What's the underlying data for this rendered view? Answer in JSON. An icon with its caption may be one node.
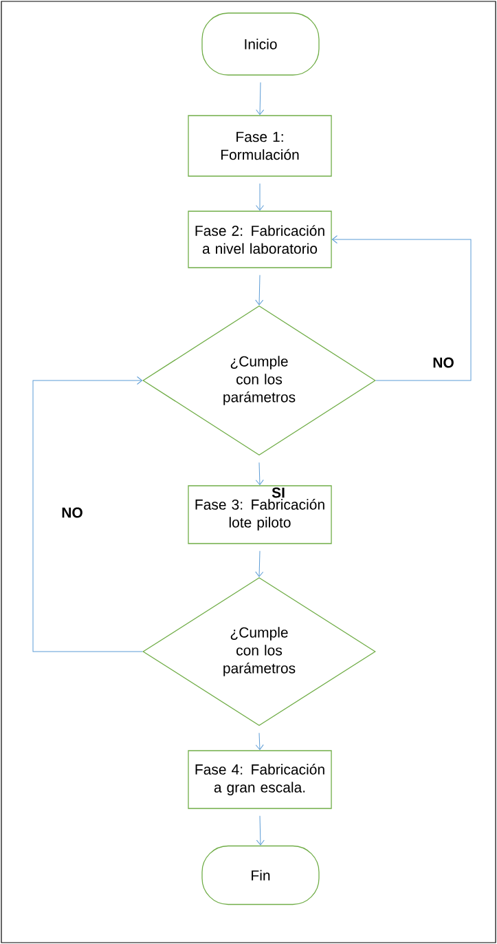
{
  "diagram": {
    "nodes": [
      {
        "text": [
          "Inicio"
        ]
      },
      {
        "text": [
          "Fase 1: Formulación"
        ]
      },
      {
        "text": [
          "Fase 2: Fabricación a nivel laboratorio"
        ]
      },
      {
        "text": [
          "¿Cumple con los parámetros"
        ]
      },
      {
        "text": [
          "Fase 3: Fabricación lote piloto"
        ]
      },
      {
        "text": [
          "¿Cumple con los parámetros"
        ]
      },
      {
        "text": [
          "Fase 4: Fabricación a gran escala."
        ]
      },
      {
        "text": [
          "Fin"
        ]
      }
    ],
    "edges": [
      {
        "from": 0,
        "to": 1,
        "arrow": "to"
      },
      {
        "from": 1,
        "to": 2,
        "arrow": "to"
      },
      {
        "from": 2,
        "to": 3,
        "arrow": "to"
      },
      {
        "from": 3,
        "to": 4,
        "arrow": "to",
        "label": "SI"
      },
      {
        "from": 4,
        "to": 5,
        "arrow": "to"
      },
      {
        "from": 5,
        "to": 6,
        "arrow": "to"
      },
      {
        "from": 6,
        "to": 7,
        "arrow": "to"
      },
      {
        "from": 3,
        "to": 2,
        "arrow": "to",
        "label": "NO"
      },
      {
        "from": 5,
        "to": 3,
        "arrow": "to",
        "label": "NO"
      }
    ]
  }
}
